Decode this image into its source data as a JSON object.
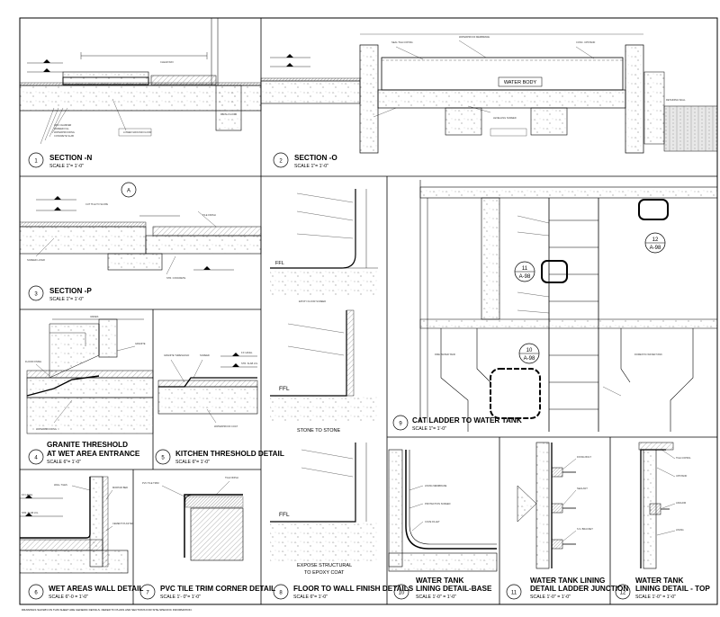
{
  "sheet": {
    "footer_note": "DRAWINGS SHOWN ON THIS SHEET ARE GENERIC DETAILS. REFER TO PLANS AND SECTIONS FOR SITE-SPECIFIC INFORMATION."
  },
  "panels": [
    {
      "number": "1",
      "title": "SECTION -N",
      "scale": "SCALE 1\"= 1'-0\""
    },
    {
      "number": "2",
      "title": "SECTION -O",
      "scale": "SCALE 1\"= 1'-0\""
    },
    {
      "number": "3",
      "title": "SECTION -P",
      "scale": "SCALE 1\"= 1'-0\""
    },
    {
      "number": "4",
      "title_line1": "GRANITE THRESHOLD",
      "title_line2": "AT WET AREA ENTRANCE",
      "scale": "SCALE 6\"= 1'-0\""
    },
    {
      "number": "5",
      "title": "KITCHEN THRESHOLD DETAIL",
      "scale": "SCALE 6\"= 1'-0\""
    },
    {
      "number": "6",
      "title": "WET AREAS WALL DETAIL",
      "scale": "SCALE 6\"-0 = 1'-0\""
    },
    {
      "number": "7",
      "title": "PVC TILE TRIM CORNER DETAIL",
      "scale": "SCALE 1'- 0\"= 1'-0\""
    },
    {
      "number": "8",
      "title": "FLOOR TO WALL FINISH DETAILS",
      "scale": "SCALE 6\"= 1'-0\""
    },
    {
      "number": "9",
      "title": "CAT LADDER TO WATER TANK",
      "scale": "SCALE 1\"= 1'-0\""
    },
    {
      "number": "10",
      "title_line1": "WATER TANK",
      "title_line2": "LINING DETAIL-BASE",
      "scale": "SCALE 1'-0\" = 1'-0\""
    },
    {
      "number": "11",
      "title_line1": "WATER TANK LINING",
      "title_line2": "DETAIL LADDER JUNCTION",
      "scale": "SCALE 1'-0\" = 1'-0\""
    },
    {
      "number": "12",
      "title_line1": "WATER TANK",
      "title_line2": "LINING DETAIL - TOP",
      "scale": "SCALE 1'-0\" = 1'-0\""
    }
  ],
  "labels": {
    "water_body": "WATER BODY",
    "ffl": "FFL",
    "ffl_level": "F.F LEVEL",
    "str_slab_lvl": "STR. SLAB LVL",
    "stone_to_stone": "STONE TO STONE",
    "epoxy_floor_screed": "EPOXY FLOOR SCREED",
    "expose_structural_1": "EXPOSE STRUCTURAL",
    "expose_structural_2": "TO EPOXY COAT",
    "varies": "VARIES",
    "callout_a": "A",
    "callout_10": "10",
    "callout_11": "11",
    "callout_12": "12",
    "sheet_ref": "A-98",
    "fire_water_tank": "FIRE WATER TANK",
    "domestic_water_tank": "DOMESTIC WATER TANK",
    "lower_ground_floor": "LOWER GROUND FLOOR"
  }
}
